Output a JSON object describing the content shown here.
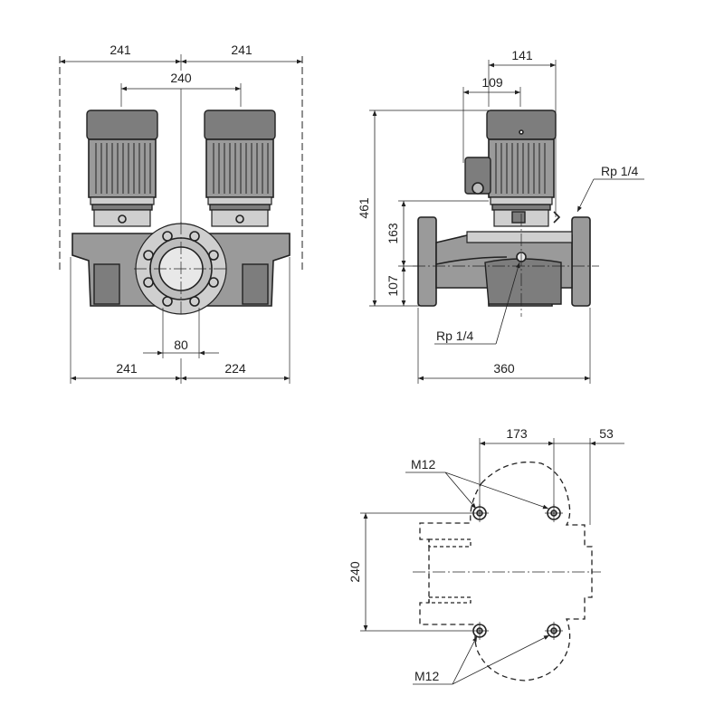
{
  "front_view": {
    "dims": {
      "top_left_width": "241",
      "top_right_width": "241",
      "motor_spacing": "240",
      "port_diameter": "80",
      "bottom_left_width": "241",
      "bottom_right_width": "224"
    }
  },
  "side_view": {
    "dims": {
      "offset_141": "141",
      "offset_109": "109",
      "total_height": "461",
      "upper_height": "163",
      "lower_height": "107",
      "port_to_port": "360"
    },
    "labels": {
      "rp_top": "Rp 1/4",
      "rp_bottom": "Rp 1/4"
    }
  },
  "base_view": {
    "dims": {
      "hole_spacing_x": "173",
      "edge_offset": "53",
      "hole_spacing_y": "240"
    },
    "labels": {
      "thread_top": "M12",
      "thread_bottom": "M12"
    }
  }
}
